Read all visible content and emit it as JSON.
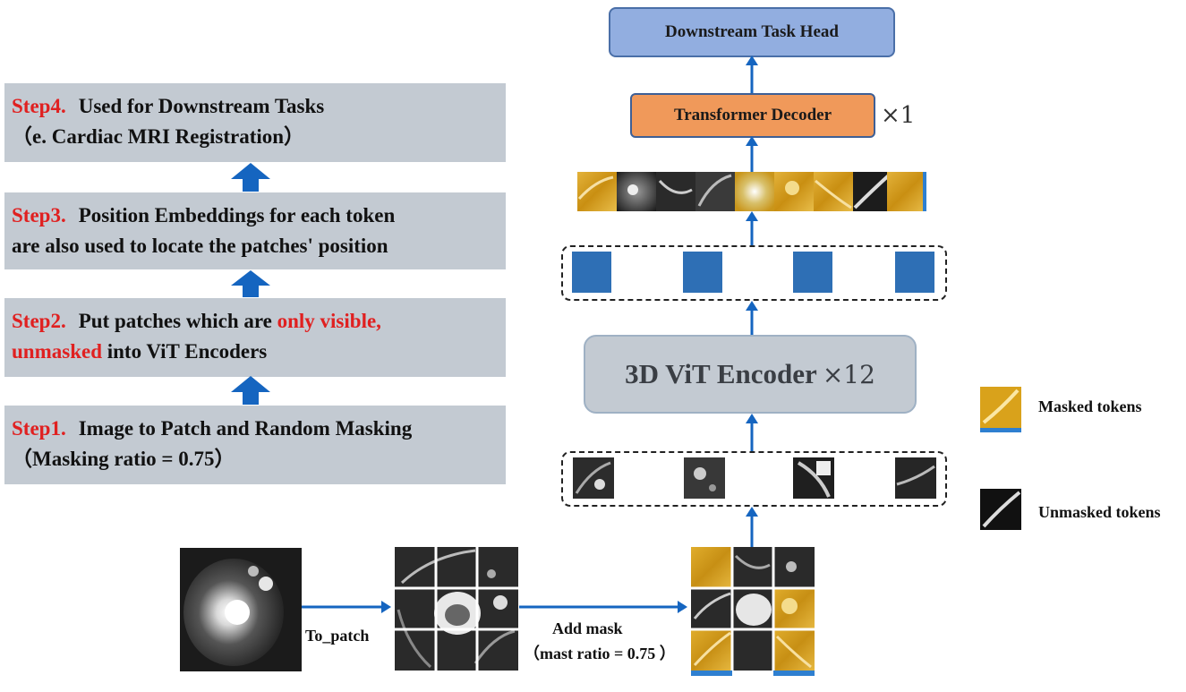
{
  "steps": [
    {
      "tag": "Step4.",
      "line1": "Used for Downstream Tasks",
      "line2": "（e. Cardiac MRI Registration）"
    },
    {
      "tag": "Step3.",
      "line1": "Position Embeddings for each token",
      "line2": "are also used to locate the patches' position"
    },
    {
      "tag": "Step2.",
      "line1_a": "Put patches which are ",
      "line1_red": "only visible,",
      "line2_red": "unmasked",
      "line2_b": " into ViT Encoders"
    },
    {
      "tag": "Step1.",
      "line1": "Image to Patch and Random Masking",
      "line2": "（Masking ratio = 0.75）"
    }
  ],
  "network": {
    "head": "Downstream Task Head",
    "decoder": "Transformer Decoder",
    "decoder_mult": "×1",
    "encoder": "3D ViT Encoder",
    "encoder_mult": "×12"
  },
  "pipeline": {
    "to_patch": "To_patch",
    "add_mask": "Add mask",
    "mask_ratio": "（mast ratio = 0.75 ）"
  },
  "legend": {
    "masked": "Masked tokens",
    "unmasked": "Unmasked tokens"
  },
  "colors": {
    "step_bg": "#c3cad2",
    "red": "#e02020",
    "arrow_blue": "#1565c0",
    "masked_gold": "#d9a21b",
    "token_blue": "#2e6fb5"
  }
}
